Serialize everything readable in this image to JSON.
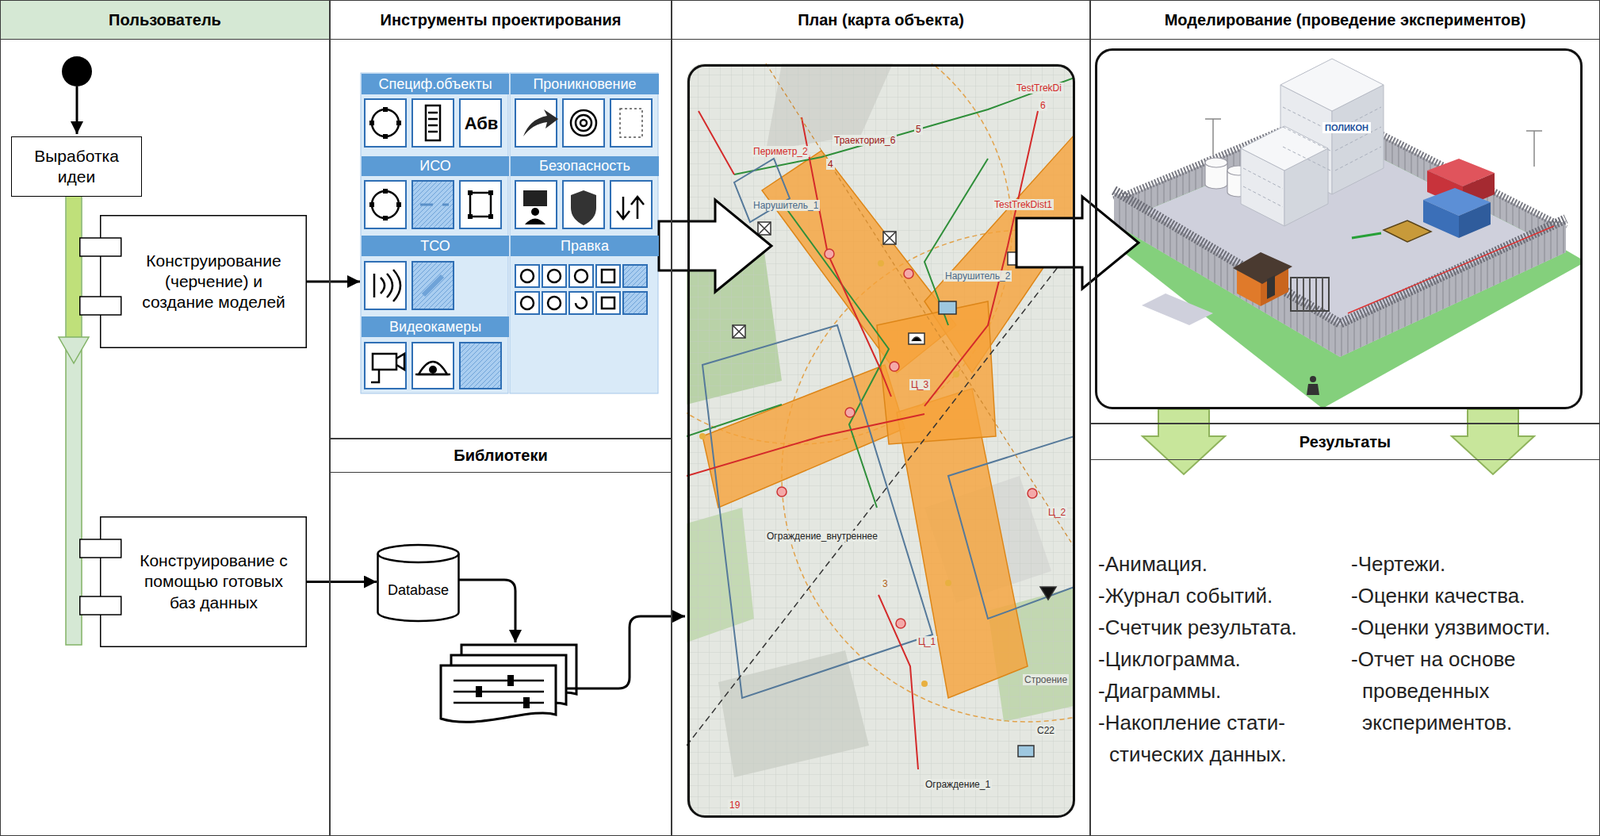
{
  "diagram": {
    "nodes": [
      {
        "text": [
          "Пользователь"
        ]
      },
      {
        "text": [
          "Выработка идеи"
        ],
        "in": 0
      },
      {
        "text": [
          "Конструирование (черчение) и создание моделей"
        ],
        "in": 0
      },
      {
        "text": [
          "Конструирование с помощью готовых баз данных"
        ],
        "in": 0
      },
      {
        "text": [
          "Инструменты проектирования"
        ]
      },
      {
        "text": [
          "Специф.объекты",
          "Проникновение",
          "Абв",
          "ИСО",
          "Безопасность",
          "ТСО",
          "Правка",
          "Видеокамеры"
        ],
        "in": 4
      },
      {
        "text": [
          "Библиотеки"
        ]
      },
      {
        "text": [
          "Database"
        ],
        "in": 6
      },
      {
        "text": [
          "План (карта объекта)"
        ]
      },
      {
        "text": [
          "TestTrekDi",
          "6",
          "5",
          "Траектория_6",
          "Периметр_2",
          "4",
          "Нарушитель_1",
          "TestTrekDist1",
          "Нарушитель_2",
          "Ц_3",
          "Ц_2",
          "Ограждение_внутреннее",
          "3",
          "Ц_1",
          "Строение",
          "С22",
          "Ограждение_1",
          "19"
        ],
        "in": 8
      },
      {
        "text": [
          "Моделирование (проведение экспериментов)"
        ]
      },
      {
        "text": [
          "ПОЛИКОН"
        ],
        "in": 10
      },
      {
        "text": [
          "Результаты",
          "-Анимация.",
          "-Журнал событий.",
          "-Счетчик результата.",
          "-Циклограмма.",
          "-Диаграммы.",
          "-Накопление стати- стических данных.",
          "-Чертежи.",
          "-Оценки качества.",
          "-Оценки уязвимости.",
          "-Отчет на основе проведенных экспериментов."
        ]
      }
    ],
    "edges": [
      {
        "from": 2,
        "to": 5,
        "arrow": "to"
      },
      {
        "from": 3,
        "to": 7,
        "arrow": "to"
      },
      {
        "from": 5,
        "to": 9,
        "arrow": "to"
      },
      {
        "from": 9,
        "to": 11,
        "arrow": "to"
      },
      {
        "from": 11,
        "to": 12,
        "arrow": "to"
      },
      {
        "from": 11,
        "to": 12,
        "arrow": "to"
      }
    ]
  }
}
